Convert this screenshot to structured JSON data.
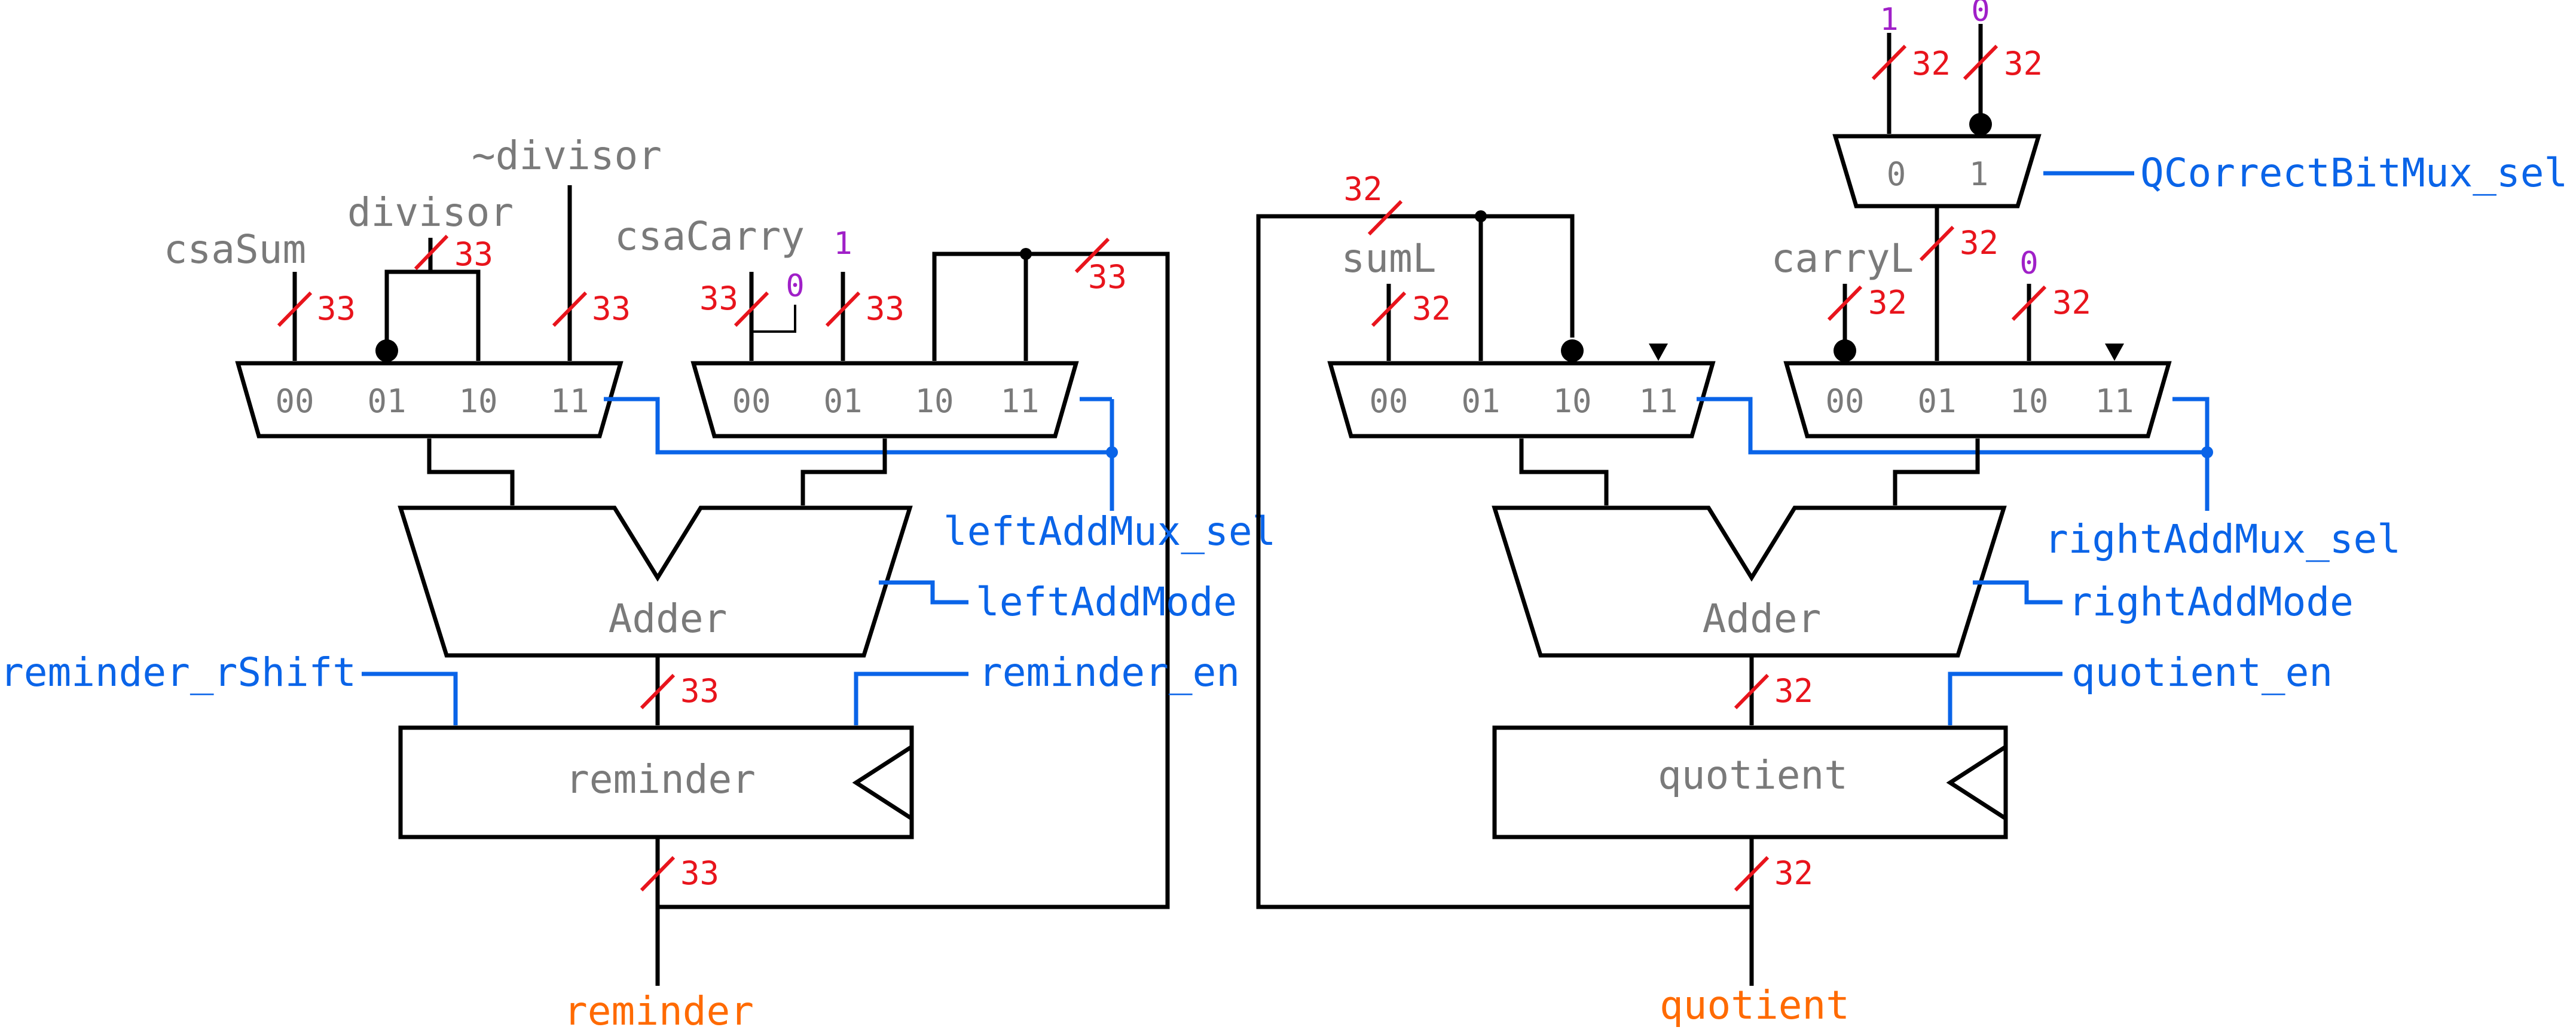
{
  "colors": {
    "wire": "#000000",
    "control": "#0a64e8",
    "width": "#e8141c",
    "constant": "#a020c8",
    "output": "#ff6a00",
    "label": "#7a7a7a"
  },
  "inputs": {
    "csaSum": "csaSum",
    "divisor": "divisor",
    "not_divisor": "~divisor",
    "csaCarry": "csaCarry",
    "sumL": "sumL",
    "carryL": "carryL"
  },
  "constants": {
    "one": "1",
    "zero": "0"
  },
  "widths": {
    "w33": "33",
    "w32": "32"
  },
  "mux_pins": {
    "p00": "00",
    "p01": "01",
    "p10": "10",
    "p11": "11",
    "q0": "0",
    "q1": "1"
  },
  "controls": {
    "leftAddMux_sel": "leftAddMux_sel",
    "leftAddMode": "leftAddMode",
    "reminder_rShift": "reminder_rShift",
    "reminder_en": "reminder_en",
    "rightAddMux_sel": "rightAddMux_sel",
    "rightAddMode": "rightAddMode",
    "quotient_en": "quotient_en",
    "QCorrectBitMux_sel": "QCorrectBitMux_sel"
  },
  "blocks": {
    "adder": "Adder",
    "reminder": "reminder",
    "quotient": "quotient"
  },
  "outputs": {
    "reminder": "reminder",
    "quotient": "quotient"
  }
}
